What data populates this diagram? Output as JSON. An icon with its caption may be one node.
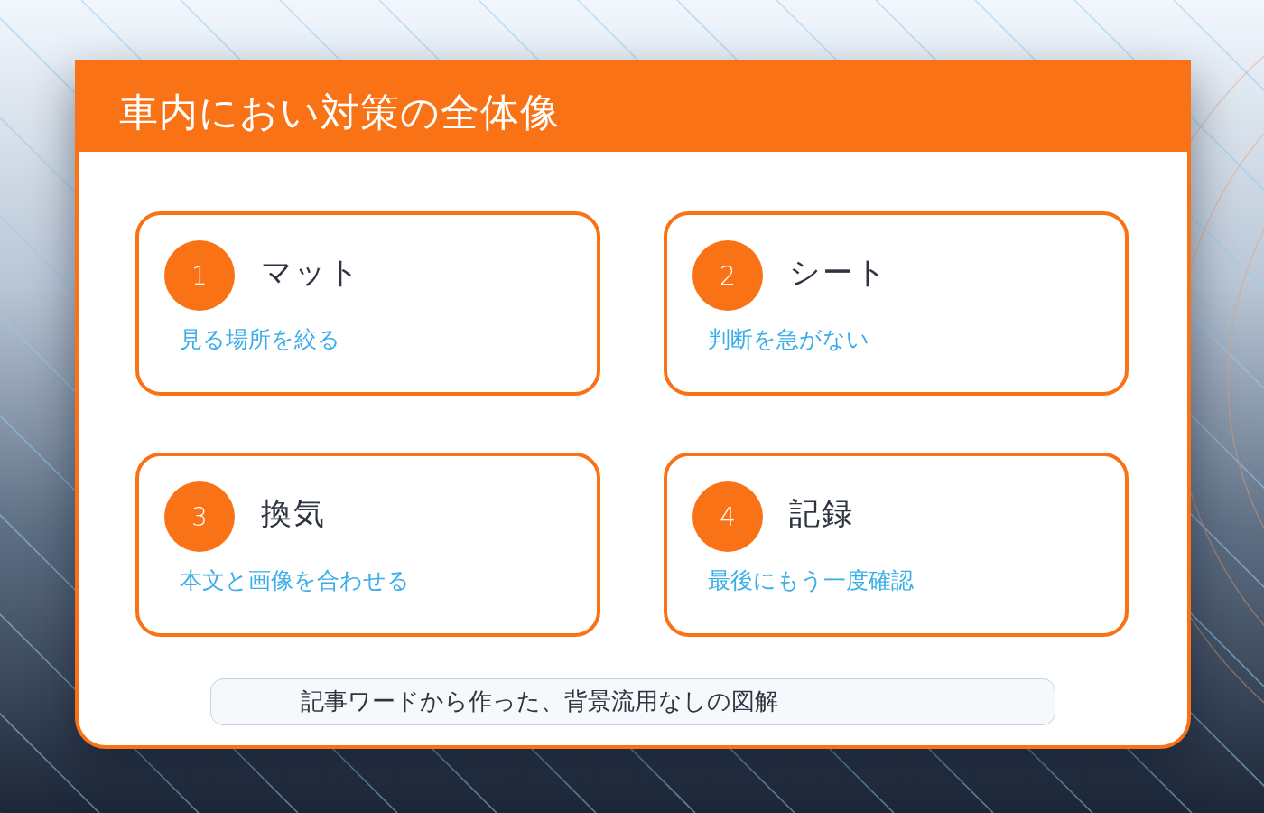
{
  "diagram": {
    "title": "車内におい対策の全体像",
    "caption": "記事ワードから作った、背景流用なしの図解",
    "nodes": [
      {
        "text": [
          "マット",
          "見る場所を絞る"
        ]
      },
      {
        "text": [
          "1"
        ],
        "in": 0
      },
      {
        "text": [
          "シート",
          "判断を急がない"
        ]
      },
      {
        "text": [
          "2"
        ],
        "in": 2
      },
      {
        "text": [
          "換気",
          "本文と画像を合わせる"
        ]
      },
      {
        "text": [
          "3"
        ],
        "in": 4
      },
      {
        "text": [
          "記録",
          "最後にもう一度確認"
        ]
      },
      {
        "text": [
          "4"
        ],
        "in": 6
      }
    ]
  }
}
